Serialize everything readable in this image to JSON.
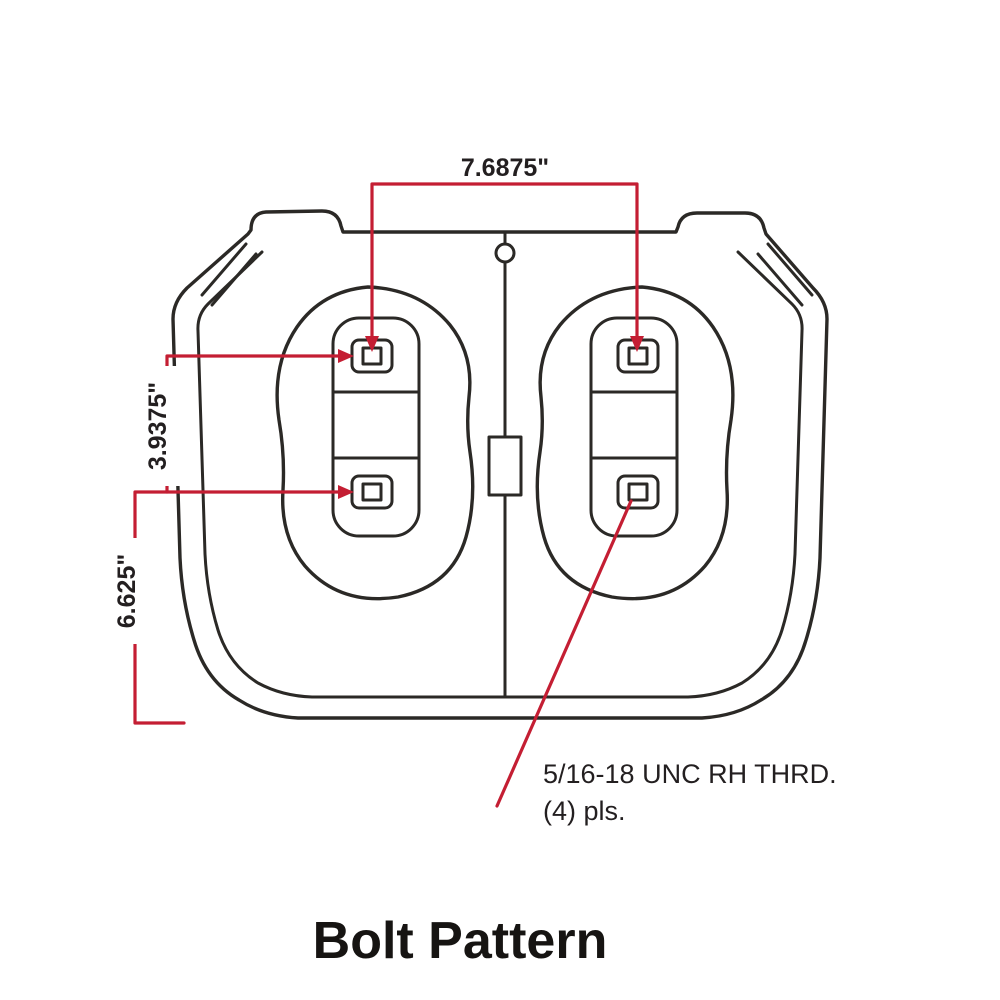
{
  "diagram": {
    "title": "Bolt Pattern",
    "dim_width": "7.6875\"",
    "dim_upper": "3.9375\"",
    "dim_lower": "6.625\"",
    "thread_note_line1": "5/16-18 UNC RH THRD.",
    "thread_note_line2": "(4) pls.",
    "colors": {
      "outline": "#2b2926",
      "dimension_red": "#c41e33"
    }
  }
}
